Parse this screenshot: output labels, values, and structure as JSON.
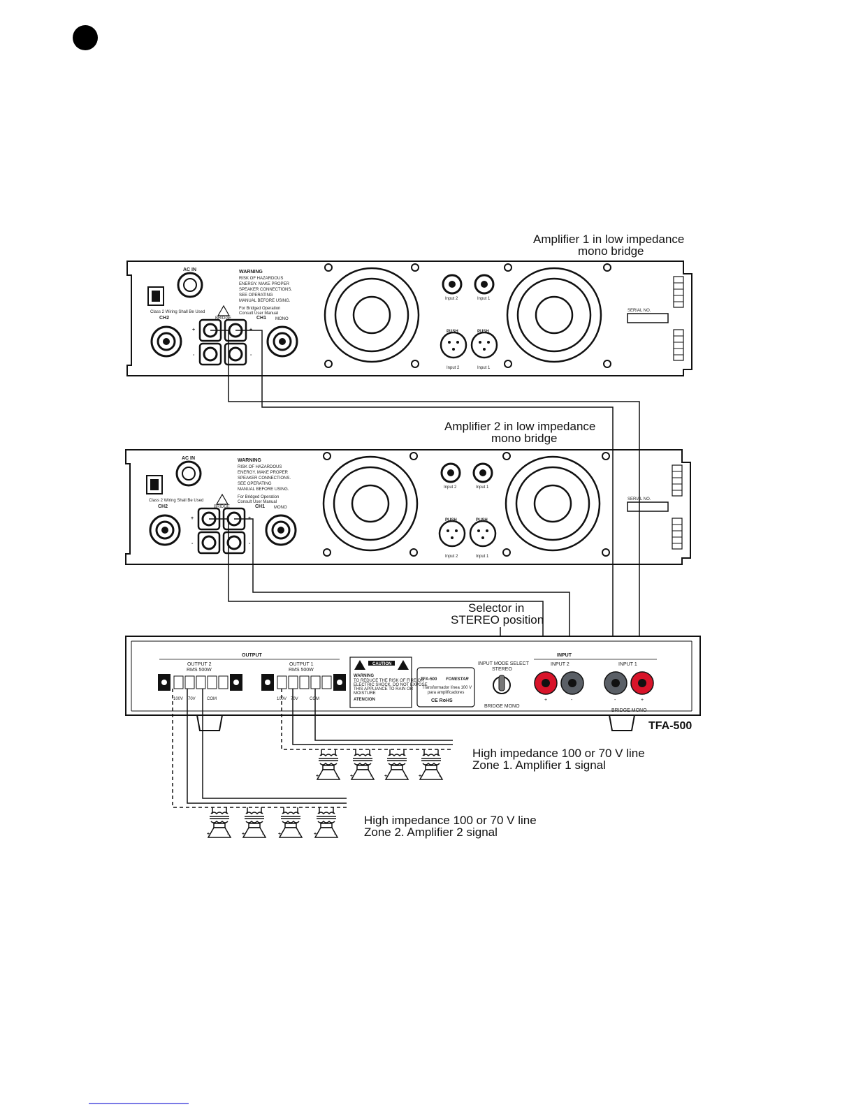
{
  "captions": {
    "amp1_line1": "Amplifier 1  in low impedance",
    "amp1_line2": "mono bridge",
    "amp2_line1": "Amplifier 2  in low impedance",
    "amp2_line2": "mono bridge",
    "selector_line1": "Selector in",
    "selector_line2": "STEREO position",
    "zone1_line1": "High impedance 100 or 70 V line",
    "zone1_line2": "Zone 1. Amplifier 1 signal",
    "zone2_line1": "High impedance 100 or 70 V line",
    "zone2_line2": "Zone 2. Amplifier 2 signal"
  },
  "amplifier_panel": {
    "ac_in": "AC IN",
    "warning_title": "WARNING",
    "warning_lines": [
      "RISK OF HAZARDOUS",
      "ENERGY. MAKE PROPER",
      "SPEAKER CONNECTIONS.",
      "SEE OPERATING",
      "MANUAL BEFORE USING."
    ],
    "class2": "Class 2 Wiring Shall Be Used",
    "bridged_op": "For Bridged Operation",
    "consult": "Consult User Manual",
    "ch2": "CH2",
    "ch1": "CH1",
    "bridge": "BRIDGE",
    "mono": "MONO",
    "plus": "+",
    "minus": "-",
    "input2": "Input 2",
    "input1": "Input 1",
    "push": "PUSH",
    "serial": "SERIAL NO."
  },
  "tfa_panel": {
    "output_header": "OUTPUT",
    "input_header": "INPUT",
    "output2_title": "OUTPUT 2",
    "output1_title": "OUTPUT 1",
    "rms": "RMS 500W",
    "v100": "100V",
    "v70": "70V",
    "com": "COM",
    "caution": "CAUTION",
    "warning_title": "WARNING",
    "warning_lines": [
      "TO REDUCE THE RISK OF FIRE OR",
      "ELECTRIC SHOCK, DO NOT EXPOSE",
      "THIS APPLIANCE TO RAIN OR",
      "MOISTURE"
    ],
    "atencion": "ATENCION",
    "model_tag": "TFA-500",
    "brand": "FONESTAR",
    "desc_line1": "Transformador línea 100 V",
    "desc_line2": "para amplificadores",
    "certs": "CE RoHS",
    "mode_line1": "INPUT MODE SELECT",
    "mode_line2": "STEREO",
    "bridge_mono": "BRIDGE MONO",
    "input2": "INPUT 2",
    "input1": "INPUT 1",
    "plus": "+",
    "minus": "-",
    "model": "TFA-500"
  },
  "speaker_signs": {
    "plus": "+",
    "minus": "-"
  },
  "colors": {
    "red_terminal": "#d8142a",
    "grey_terminal": "#5a5f66",
    "ink": "#111111",
    "footer_link": "#2b2bd6"
  }
}
